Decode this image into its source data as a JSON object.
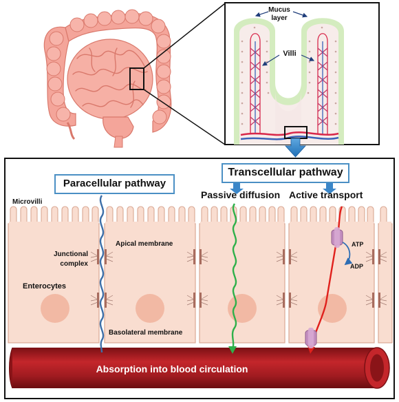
{
  "labels": {
    "mucus_layer": [
      "Mucus",
      "layer"
    ],
    "villi": "Villi",
    "paracellular": "Paracellular pathway",
    "transcellular": "Transcellular pathway",
    "passive_diffusion": "Passive diffusion",
    "active_transport": "Active transport",
    "microvilli": "Microvilli",
    "junctional_complex": [
      "Junctional",
      "complex"
    ],
    "apical_membrane": "Apical membrane",
    "enterocytes": "Enterocytes",
    "basolateral_membrane": "Basolateral membrane",
    "atp": "ATP",
    "adp": "ADP",
    "absorption": "Absorption into blood circulation"
  },
  "colors": {
    "intestine": "#f4a59a",
    "intestine_dark": "#e07d70",
    "mucus": "#cfe9b8",
    "cell_fill": "#f9ddd0",
    "cell_stroke": "#d9a894",
    "nucleus": "#f2b9a4",
    "junction": "#a86c5e",
    "blood_vessel": "#b01e23",
    "paracellular_path": "#3d6fa8",
    "passive_path": "#2fb04a",
    "active_path": "#e0201c",
    "transporter": "#c48fc0",
    "arrow_blue": "#3a86c8"
  }
}
